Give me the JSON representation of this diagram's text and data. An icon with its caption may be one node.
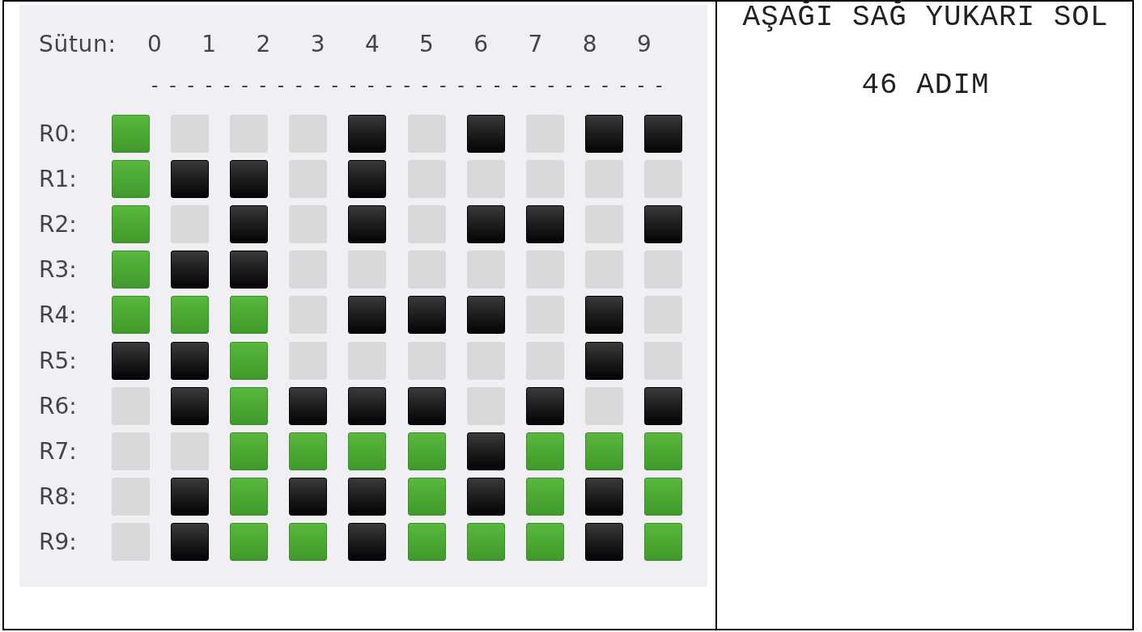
{
  "diagram": {
    "labels": [
      "AŞAĞI SAĞ YUKARI SOL",
      "46 ADIM",
      "Sütun:",
      "0",
      "1",
      "2",
      "3",
      "4",
      "5",
      "6",
      "7",
      "8",
      "9",
      "-----------------------------",
      "R0:",
      "R1:",
      "R2:",
      "R3:",
      "R4:",
      "R5:",
      "R6:",
      "R7:",
      "R8:",
      "R9:"
    ]
  }
}
